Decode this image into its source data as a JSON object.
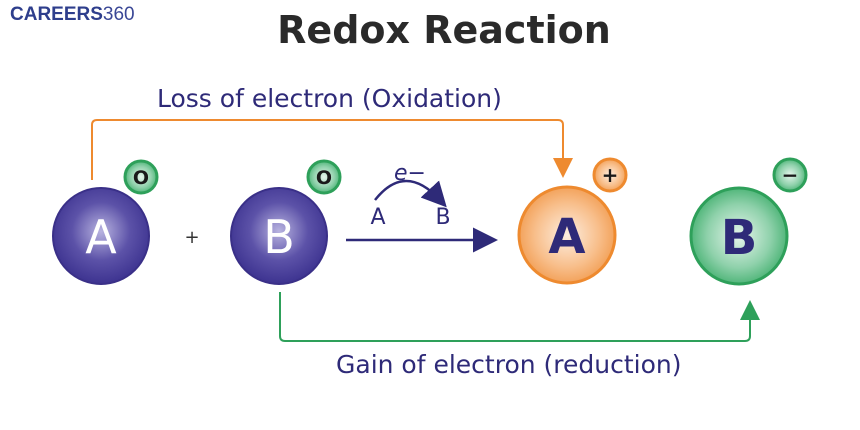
{
  "logo": {
    "brand": "CAREERS",
    "number": "360"
  },
  "title": "Redox Reaction",
  "labels": {
    "oxidation": "Loss of electron (Oxidation)",
    "reduction": "Gain of electron (reduction)",
    "plus": "+",
    "electron": "e−",
    "transfer_from": "A",
    "transfer_to": "B"
  },
  "atoms": [
    {
      "letter": "A",
      "charge": "O",
      "state": "reactant",
      "color": "#4a3f9a",
      "charge_color": "#2ea05a"
    },
    {
      "letter": "B",
      "charge": "O",
      "state": "reactant",
      "color": "#4a3f9a",
      "charge_color": "#2ea05a"
    },
    {
      "letter": "A",
      "charge": "+",
      "state": "product-oxidized",
      "color": "#f0913c",
      "charge_color": "#f0913c"
    },
    {
      "letter": "B",
      "charge": "−",
      "state": "product-reduced",
      "color": "#2ea05a",
      "charge_color": "#2ea05a"
    }
  ],
  "colors": {
    "oxidation_arrow": "#ee8a2f",
    "reduction_arrow": "#2ea05a",
    "text": "#2e2a78",
    "reaction_arrow": "#2e2a78"
  }
}
